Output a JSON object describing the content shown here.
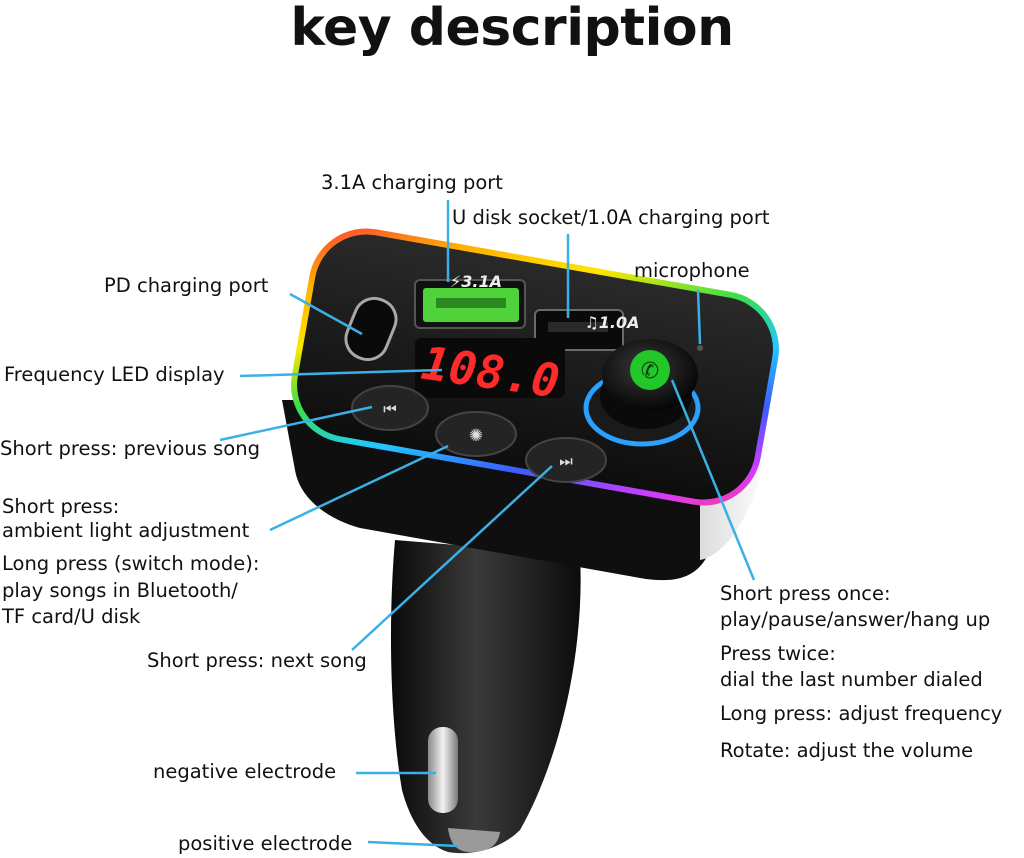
{
  "title": "key description",
  "ports": {
    "charge_31": "3.1A charging port",
    "udisk": "U disk socket/1.0A charging port",
    "microphone": "microphone",
    "pd": "PD charging port"
  },
  "display": {
    "led_label": "Frequency LED display",
    "frequency": "108.0",
    "port_badge_31": "3.1A",
    "port_badge_10": "1.0A"
  },
  "buttons": {
    "prev": "Short press: previous song",
    "light_1": "Short press:",
    "light_2": "ambient light adjustment",
    "mode_1": "Long press (switch mode):",
    "mode_2": "play songs in Bluetooth/",
    "mode_3": "TF card/U disk",
    "next": "Short press: next song"
  },
  "knob": {
    "once_1": "Short press once:",
    "once_2": "play/pause/answer/hang up",
    "twice_1": "Press twice:",
    "twice_2": "dial the last number dialed",
    "long": "Long press: adjust frequency",
    "rotate": "Rotate: adjust the volume"
  },
  "electrodes": {
    "negative": "negative electrode",
    "positive": "positive electrode"
  },
  "colors": {
    "leader_line": "#3ab0e6",
    "led_red": "#ff2a2a",
    "usb_green": "#4fd23a",
    "call_green": "#22c72a",
    "body_black": "#141414"
  }
}
